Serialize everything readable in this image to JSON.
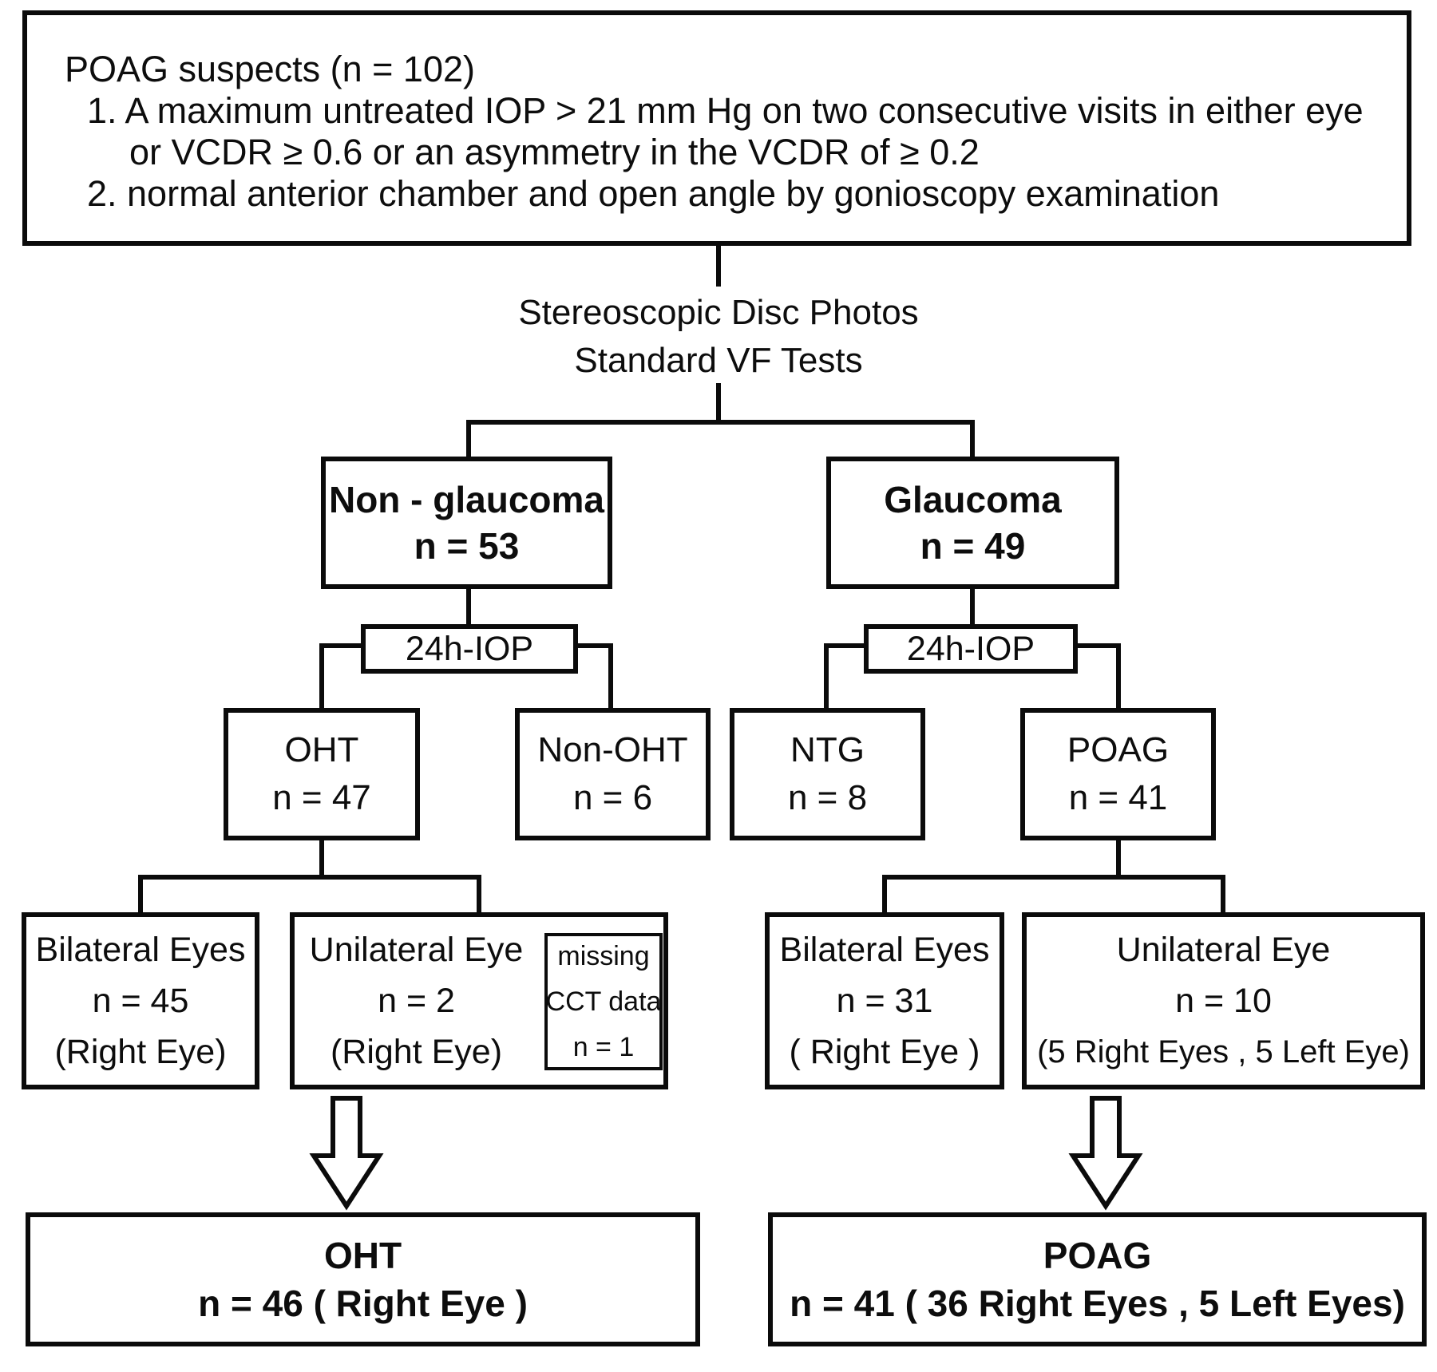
{
  "fig": {
    "top": {
      "title": "POAG suspects (n = 102)",
      "criterion1_line1": "1. A maximum untreated IOP > 21 mm Hg on two consecutive visits in either eye",
      "criterion1_line2": "or VCDR ≥ 0.6 or an asymmetry in the VCDR of ≥ 0.2",
      "criterion2": "2. normal anterior chamber and open angle by gonioscopy examination"
    },
    "tests": {
      "line1": "Stereoscopic Disc Photos",
      "line2": "Standard VF Tests"
    },
    "left": {
      "group": {
        "name": "Non - glaucoma",
        "n": "n = 53"
      },
      "iop": "24h-IOP",
      "oht": {
        "name": "OHT",
        "n": "n = 47"
      },
      "non_oht": {
        "name": "Non-OHT",
        "n": "n = 6"
      },
      "bilateral": {
        "name": "Bilateral Eyes",
        "n": "n = 45",
        "eyes": "(Right Eye)"
      },
      "unilateral": {
        "name": "Unilateral Eye",
        "n": "n = 2",
        "eyes": "(Right Eye)"
      },
      "missing": {
        "line1": "missing",
        "line2": "CCT data",
        "line3": "n = 1"
      },
      "final": {
        "name": "OHT",
        "n": "n = 46 ( Right Eye )"
      }
    },
    "right": {
      "group": {
        "name": "Glaucoma",
        "n": "n = 49"
      },
      "iop": "24h-IOP",
      "ntg": {
        "name": "NTG",
        "n": "n = 8"
      },
      "poag": {
        "name": "POAG",
        "n": "n = 41"
      },
      "bilateral": {
        "name": "Bilateral Eyes",
        "n": "n = 31",
        "eyes": "( Right Eye )"
      },
      "unilateral": {
        "name": "Unilateral Eye",
        "n": "n = 10",
        "eyes": "(5 Right Eyes , 5 Left Eye)"
      },
      "final": {
        "name": "POAG",
        "n": "n = 41 ( 36 Right Eyes , 5 Left Eyes)"
      }
    },
    "colors": {
      "ink": "#0b0b0b",
      "background": "#ffffff"
    }
  }
}
